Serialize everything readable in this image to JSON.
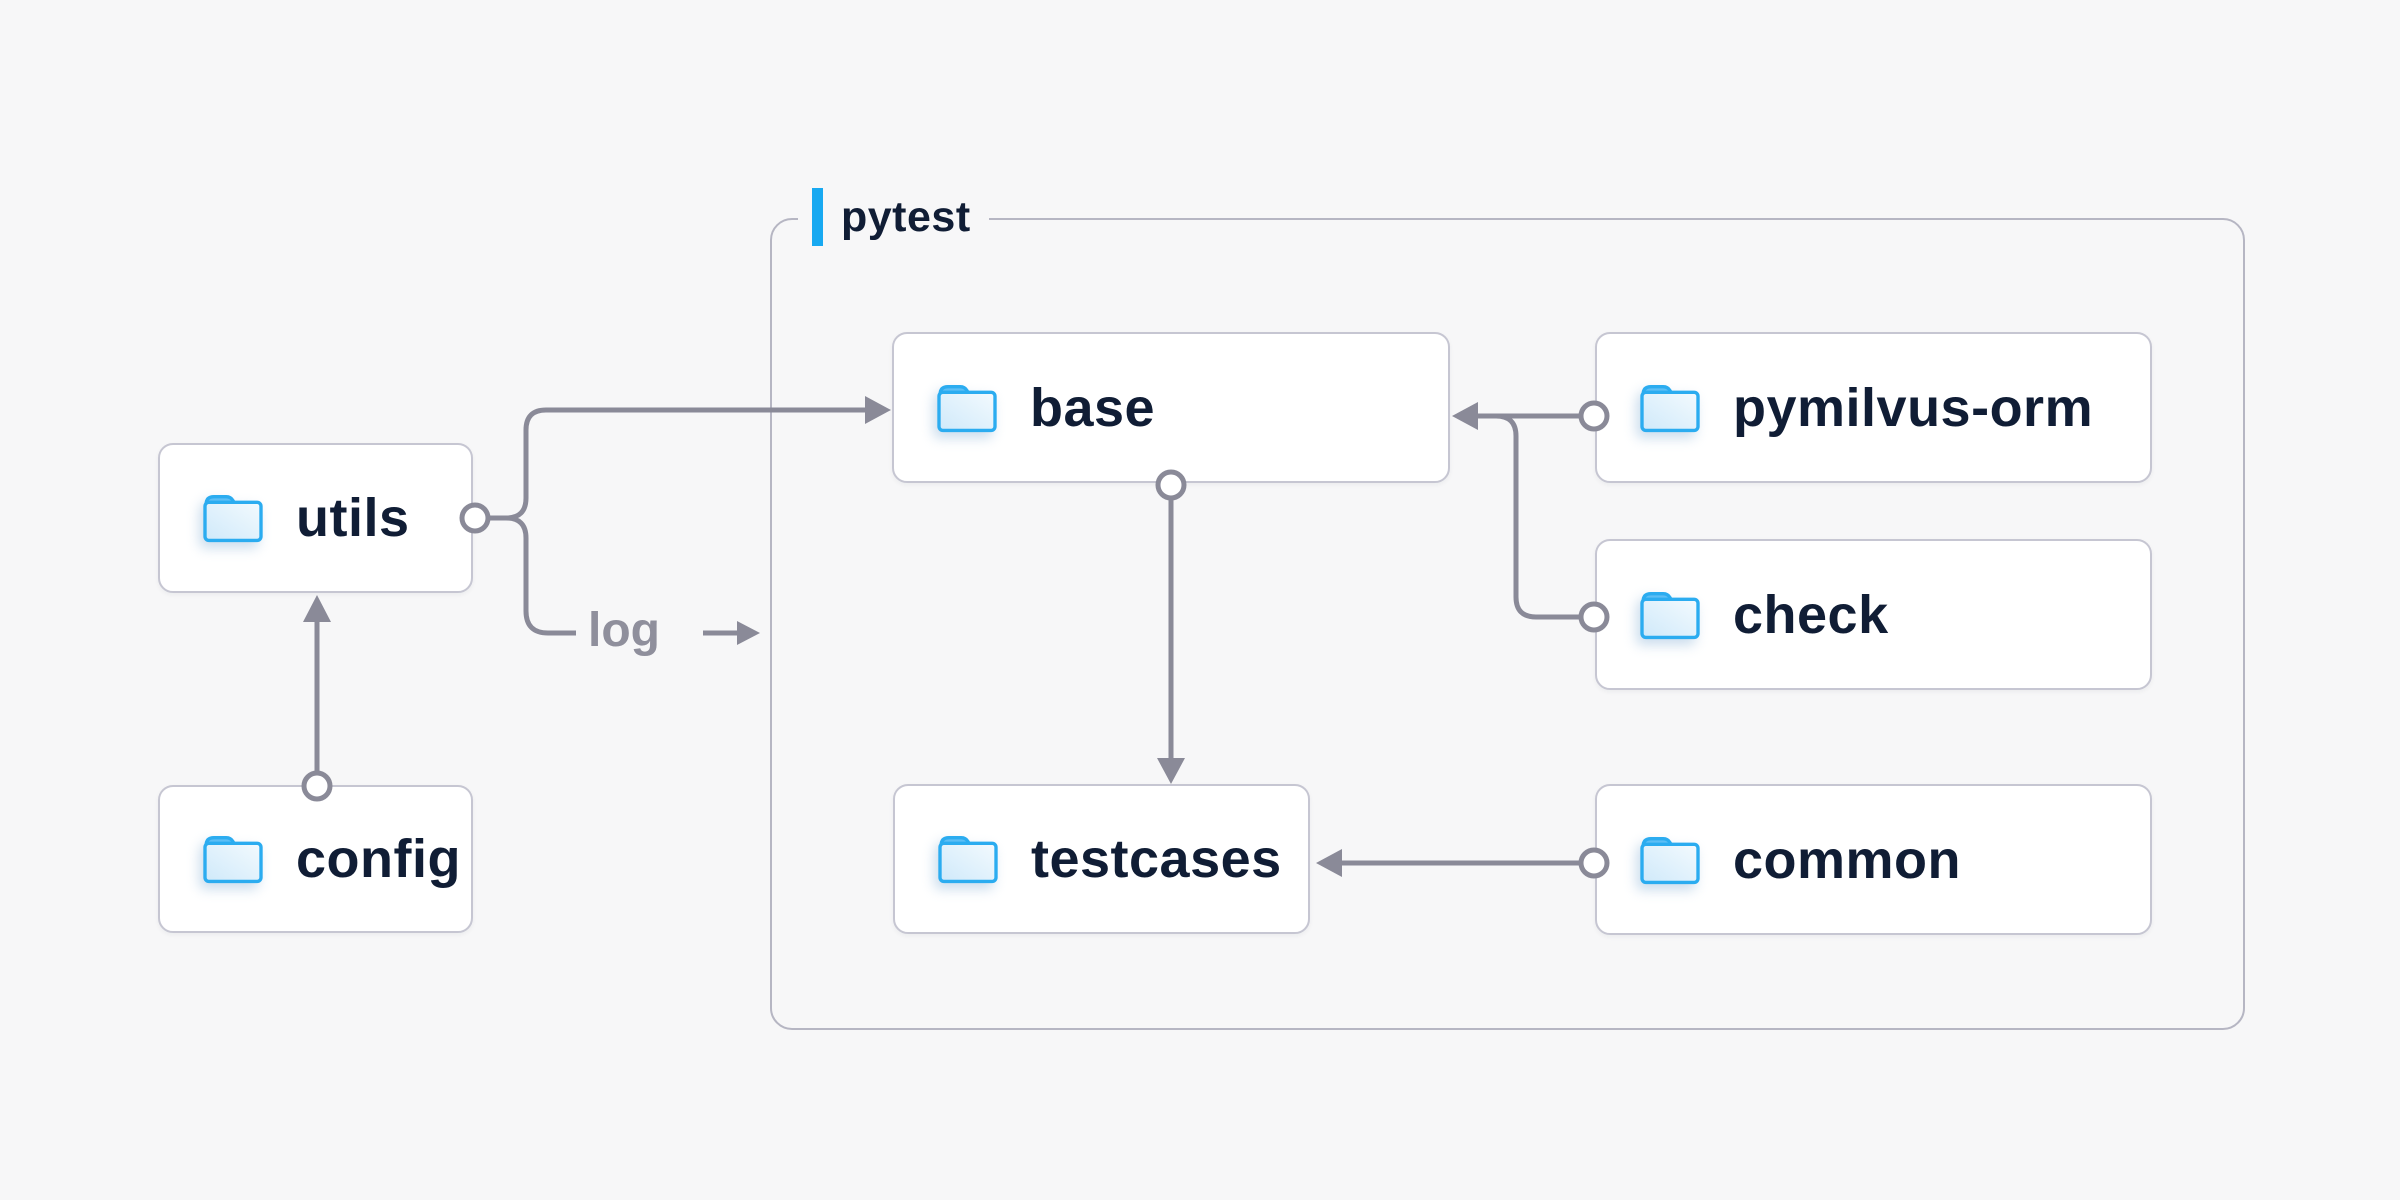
{
  "diagram": {
    "background": "#f7f7f8",
    "group": {
      "label": "pytest",
      "accent_color": "#18a9f1",
      "border_color": "#b6b6c3"
    },
    "nodes": [
      {
        "id": "utils",
        "label": "utils",
        "icon": "folder-icon"
      },
      {
        "id": "config",
        "label": "config",
        "icon": "folder-icon"
      },
      {
        "id": "base",
        "label": "base",
        "icon": "folder-icon",
        "group": "pytest"
      },
      {
        "id": "pymilvus-orm",
        "label": "pymilvus-orm",
        "icon": "folder-icon",
        "group": "pytest"
      },
      {
        "id": "check",
        "label": "check",
        "icon": "folder-icon",
        "group": "pytest"
      },
      {
        "id": "testcases",
        "label": "testcases",
        "icon": "folder-icon",
        "group": "pytest"
      },
      {
        "id": "common",
        "label": "common",
        "icon": "folder-icon",
        "group": "pytest"
      }
    ],
    "edges": [
      {
        "from": "config",
        "to": "utils"
      },
      {
        "from": "utils",
        "to": "base"
      },
      {
        "from": "utils",
        "to": "log-output",
        "label": "log"
      },
      {
        "from": "base",
        "to": "testcases"
      },
      {
        "from": "pymilvus-orm",
        "to": "base"
      },
      {
        "from": "check",
        "to": "base"
      },
      {
        "from": "common",
        "to": "testcases"
      }
    ],
    "colors": {
      "node_background": "#ffffff",
      "node_border": "#c6c6d2",
      "connector": "#8a8a98",
      "label_text": "#101d35",
      "edge_label_text": "#8f8f9c",
      "folder_stroke": "#2bacf0",
      "folder_tab": "#5cbef5",
      "folder_body_light": "#f3fafe",
      "folder_body_dark": "#cfe9fa"
    }
  }
}
